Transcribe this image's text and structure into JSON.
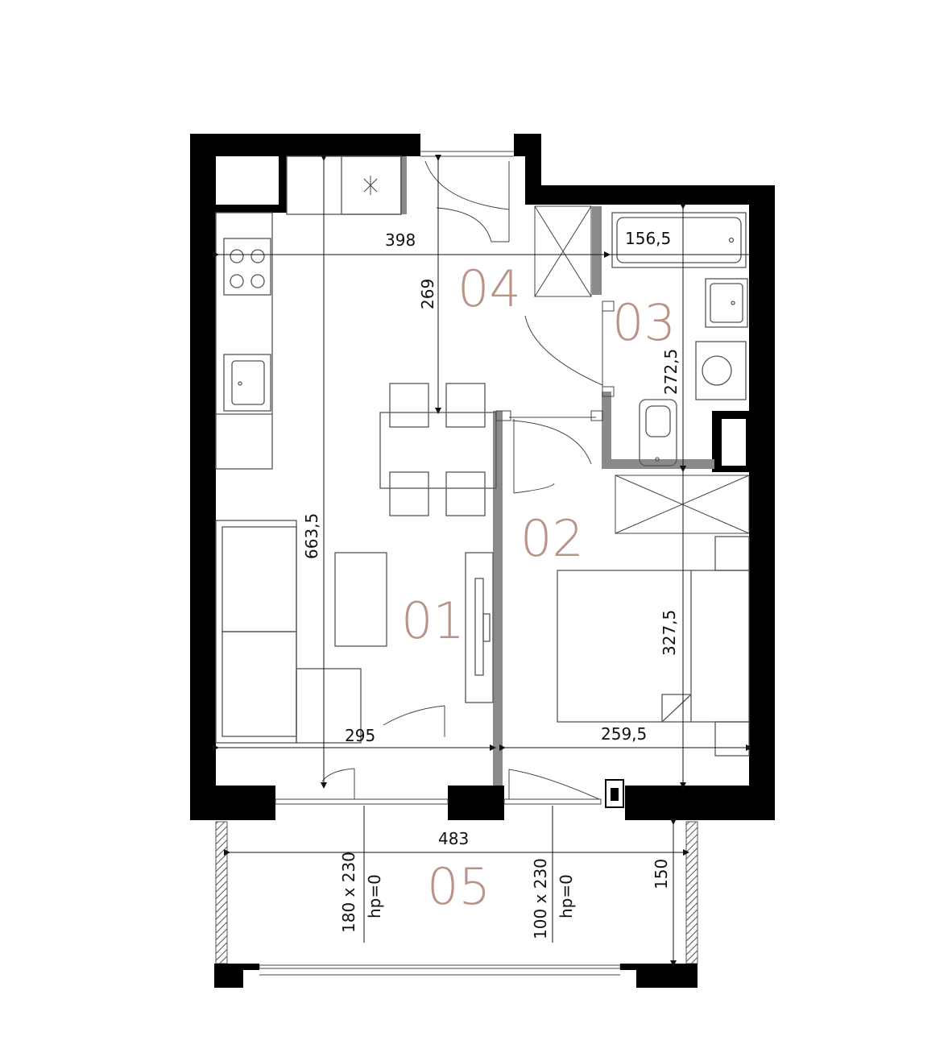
{
  "rooms": [
    {
      "id": "01"
    },
    {
      "id": "02"
    },
    {
      "id": "03"
    },
    {
      "id": "04"
    },
    {
      "id": "05"
    }
  ],
  "dimensions": {
    "kitchen_width": "398",
    "hall_depth": "269",
    "bath_width": "156,5",
    "bath_depth": "272,5",
    "living_depth": "663,5",
    "living_width": "295",
    "bedroom_width": "259,5",
    "bedroom_depth": "327,5",
    "balcony_width": "483",
    "balcony_depth": "150"
  },
  "openings": [
    {
      "size": "180 x 230",
      "sill": "hp=0"
    },
    {
      "size": "100 x 230",
      "sill": "hp=0"
    }
  ],
  "colors": {
    "wall": "#000000",
    "partition": "#8a8a8a",
    "room_label": "#b89488",
    "furniture": "#555555"
  }
}
